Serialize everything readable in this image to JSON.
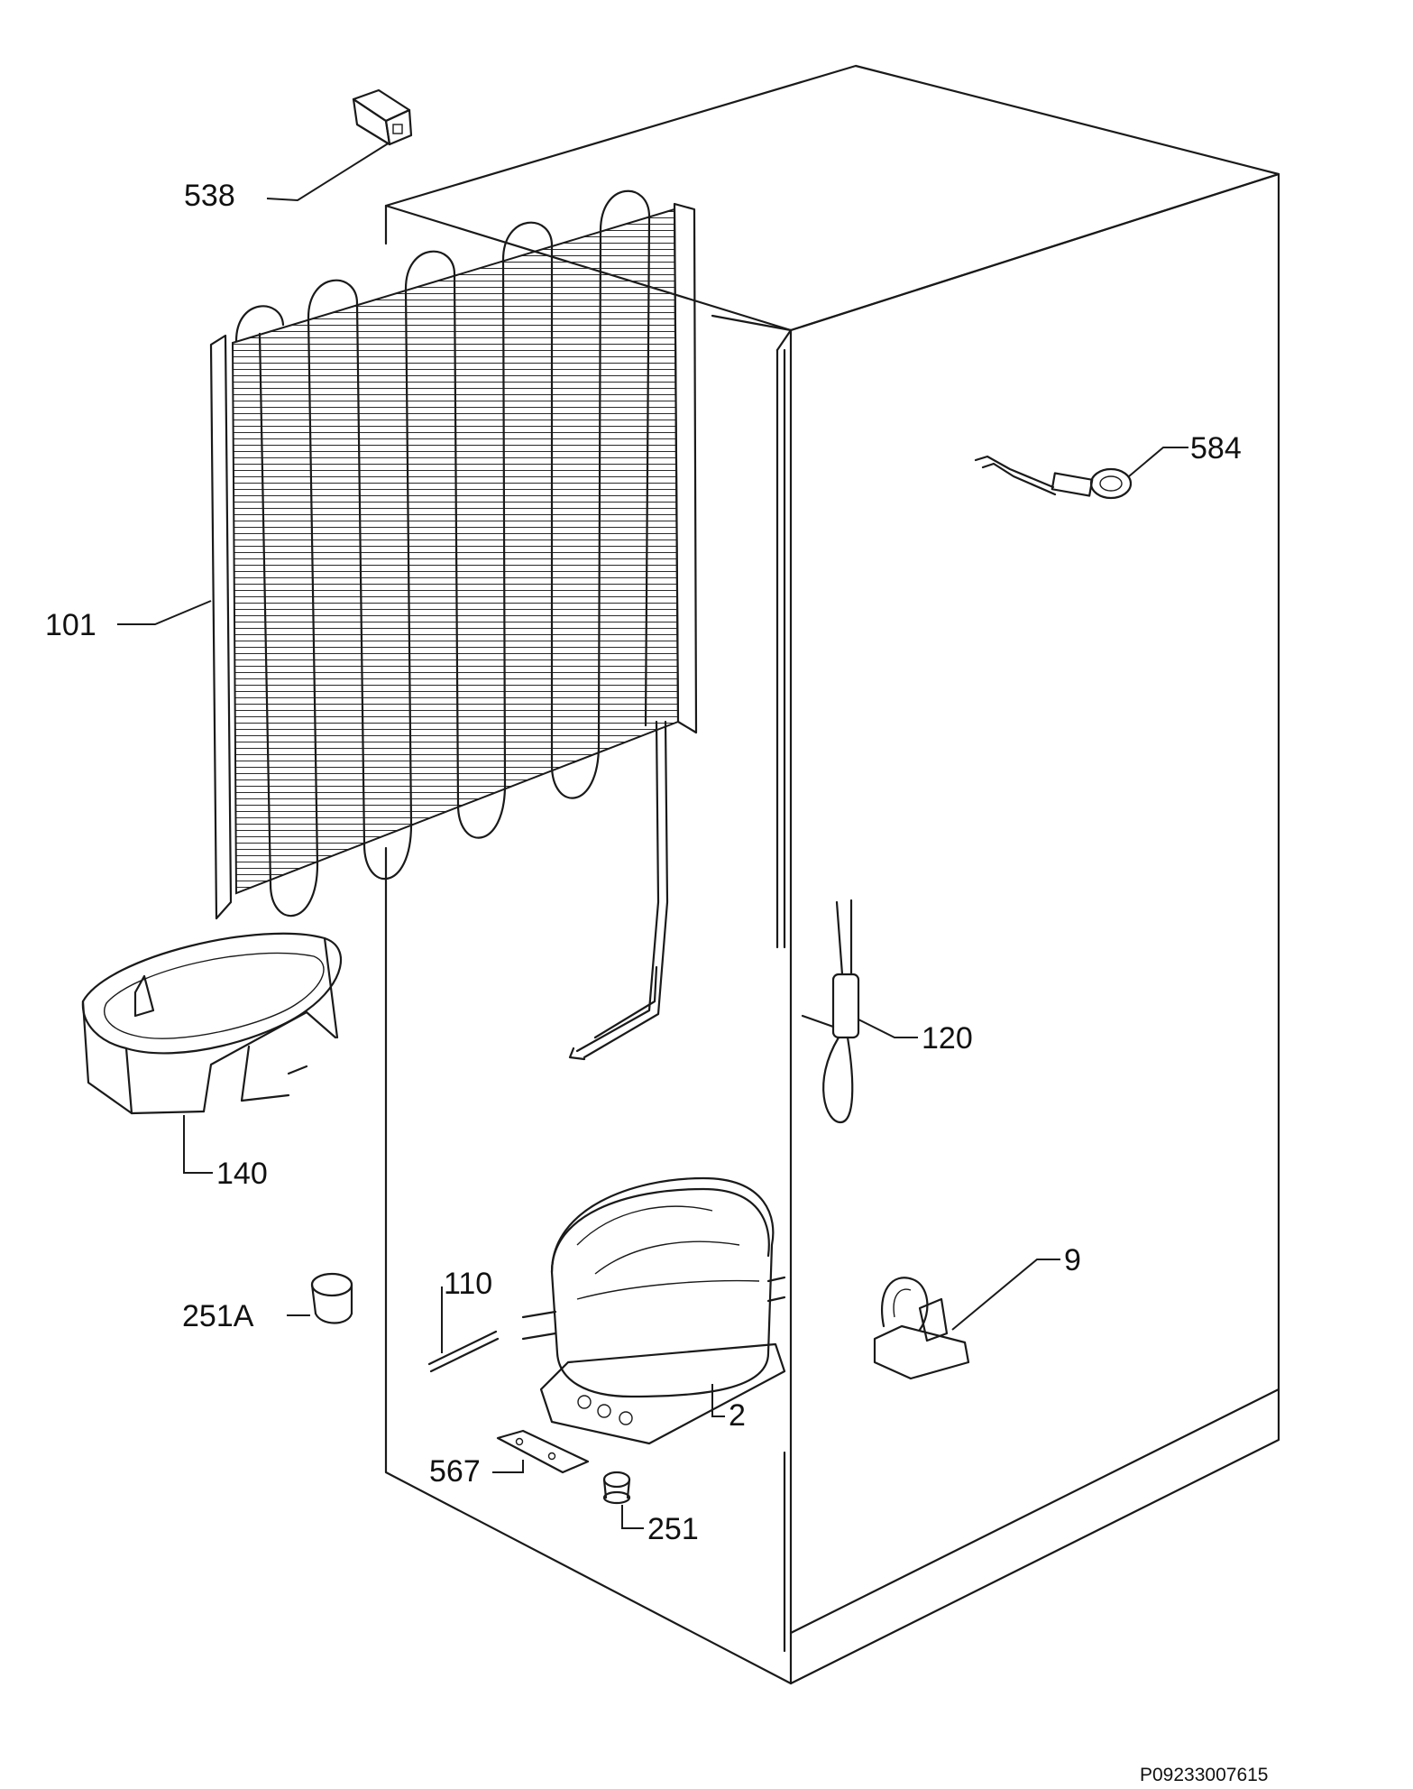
{
  "parts": [
    {
      "id": "538"
    },
    {
      "id": "584"
    },
    {
      "id": "101"
    },
    {
      "id": "120"
    },
    {
      "id": "140"
    },
    {
      "id": "9"
    },
    {
      "id": "110"
    },
    {
      "id": "251A"
    },
    {
      "id": "2"
    },
    {
      "id": "567"
    },
    {
      "id": "251"
    }
  ],
  "drawing_code": "P09233007615"
}
